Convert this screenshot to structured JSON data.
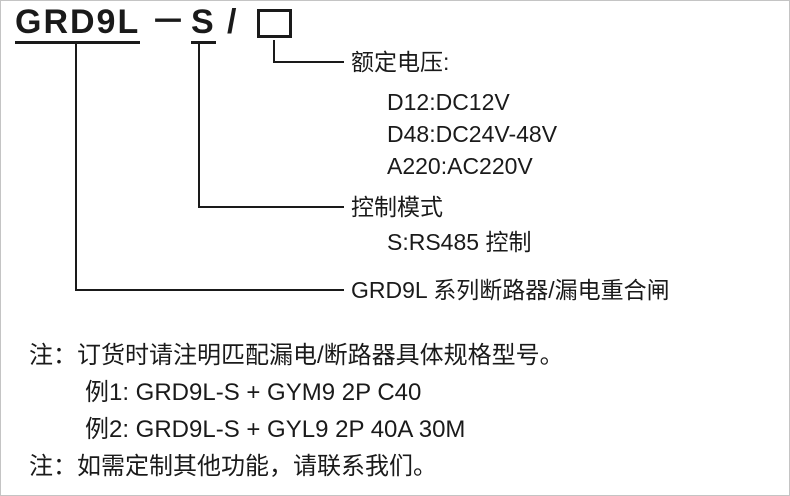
{
  "model_code": {
    "series": "GRD9L",
    "dash": "－",
    "control": "S",
    "slash": "/"
  },
  "callouts": {
    "rated_voltage": {
      "label": "额定电压:",
      "options": [
        "D12:DC12V",
        "D48:DC24V-48V",
        "A220:AC220V"
      ]
    },
    "control_mode": {
      "label": "控制模式",
      "option": "S:RS485 控制"
    },
    "series_desc": {
      "label": "GRD9L 系列断路器/漏电重合闸"
    }
  },
  "notes": [
    "注：订货时请注明匹配漏电/断路器具体规格型号。",
    "例1: GRD9L-S + GYM9 2P C40",
    "例2: GRD9L-S + GYL9 2P 40A 30M",
    "注：如需定制其他功能，请联系我们。"
  ],
  "colors": {
    "ink": "#1a1a1a",
    "background": "#ffffff"
  }
}
